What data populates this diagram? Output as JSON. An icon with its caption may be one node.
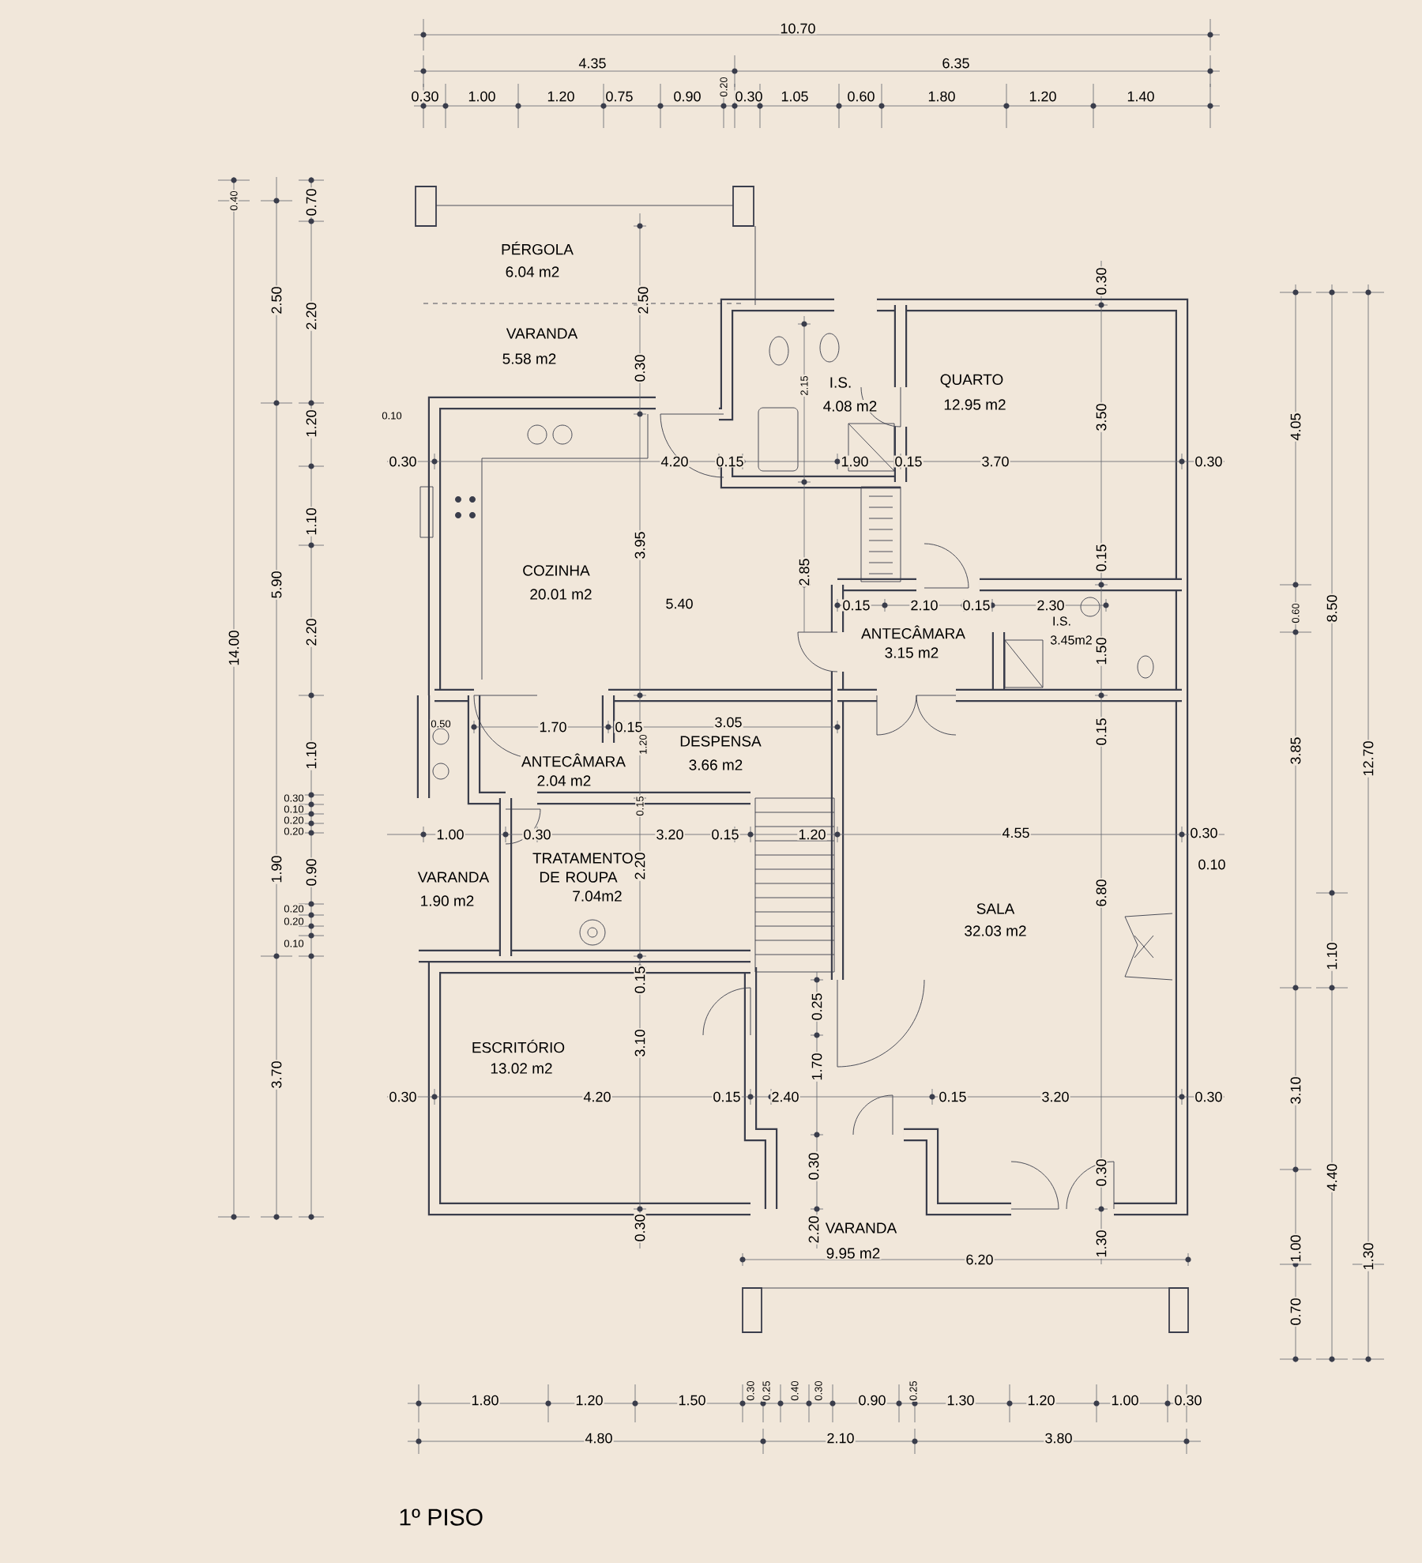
{
  "diagram": {
    "title": "1º PISO",
    "labels": [
      "10.70",
      "4.35",
      "6.35",
      "0.30",
      "1.00",
      "1.20",
      "0.75",
      "0.90",
      "0.20",
      "0.30",
      "1.05",
      "0.60",
      "1.80",
      "1.20",
      "1.40",
      "0.40",
      "14.00",
      "2.50",
      "5.90",
      "1.90",
      "3.70",
      "0.70",
      "2.20",
      "1.20",
      "1.10",
      "2.20",
      "1.10",
      "0.30",
      "0.10",
      "0.20",
      "0.20",
      "0.90",
      "0.20",
      "0.20",
      "0.10",
      "4.05",
      "0.60",
      "8.50",
      "3.85",
      "12.70",
      "1.10",
      "3.10",
      "4.40",
      "1.00",
      "1.30",
      "0.70",
      "PÉRGOLA",
      "6.04 m2",
      "0.30",
      "2.50",
      "VARANDA",
      "5.58 m2",
      "0.30",
      "I.S.",
      "2.15",
      "QUARTO",
      "4.08 m2",
      "12.95 m2",
      "3.50",
      "0.10",
      "0.30",
      "4.20",
      "0.15",
      "1.90",
      "0.15",
      "3.70",
      "0.30",
      "3.95",
      "0.15",
      "COZINHA",
      "20.01 m2",
      "2.85",
      "5.40",
      "0.15",
      "2.10",
      "0.15",
      "2.30",
      "I.S.",
      "3.45m2",
      "ANTECÂMARA",
      "3.15 m2",
      "1.50",
      "0.50",
      "1.70",
      "0.15",
      "3.05",
      "1.20",
      "0.15",
      "DESPENSA",
      "ANTECÂMARA",
      "3.66 m2",
      "2.04 m2",
      "0.15",
      "1.00",
      "0.30",
      "3.20",
      "0.15",
      "1.20",
      "4.55",
      "0.30",
      "0.10",
      "TRATAMENTO DE ROUPA",
      "VARANDA",
      "2.20",
      "7.04m2",
      "6.80",
      "1.90 m2",
      "SALA",
      "32.03 m2",
      "0.15",
      "0.25",
      "ESCRITÓRIO",
      "3.10",
      "13.02 m2",
      "1.70",
      "0.30",
      "4.20",
      "0.15",
      "2.40",
      "0.15",
      "3.20",
      "0.30",
      "0.30",
      "0.30",
      "0.30",
      "2.20",
      "VARANDA",
      "9.95 m2",
      "1.30",
      "6.20",
      "1.80",
      "1.20",
      "1.50",
      "0.30",
      "0.25",
      "0.40",
      "0.30",
      "0.90",
      "0.25",
      "1.30",
      "1.20",
      "1.00",
      "0.30",
      "4.80",
      "2.10",
      "3.80"
    ]
  }
}
